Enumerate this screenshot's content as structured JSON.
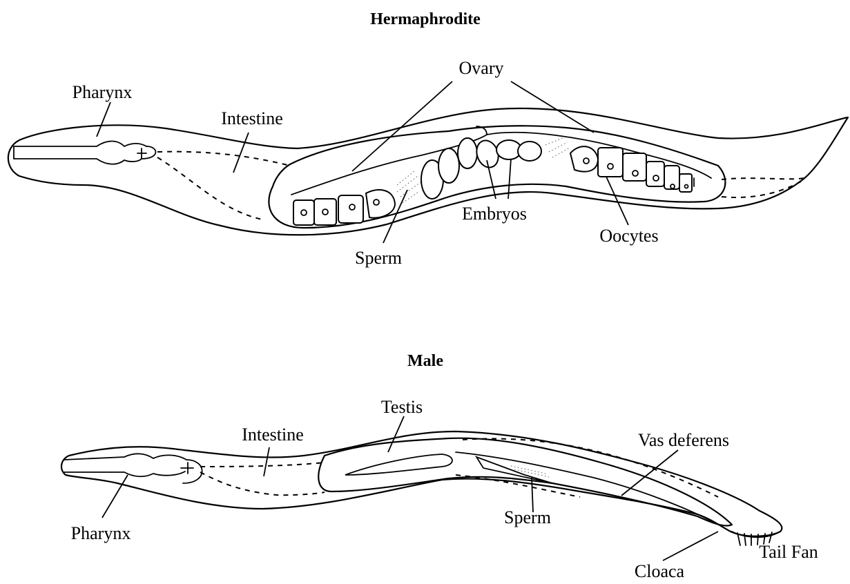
{
  "hermaphrodite": {
    "title": "Hermaphrodite",
    "labels": {
      "pharynx": "Pharynx",
      "intestine": "Intestine",
      "ovary": "Ovary",
      "embryos": "Embryos",
      "sperm": "Sperm",
      "oocytes": "Oocytes"
    }
  },
  "male": {
    "title": "Male",
    "labels": {
      "intestine": "Intestine",
      "testis": "Testis",
      "vas_deferens": "Vas deferens",
      "pharynx": "Pharynx",
      "sperm": "Sperm",
      "cloaca": "Cloaca",
      "tail_fan": "Tail Fan"
    }
  }
}
